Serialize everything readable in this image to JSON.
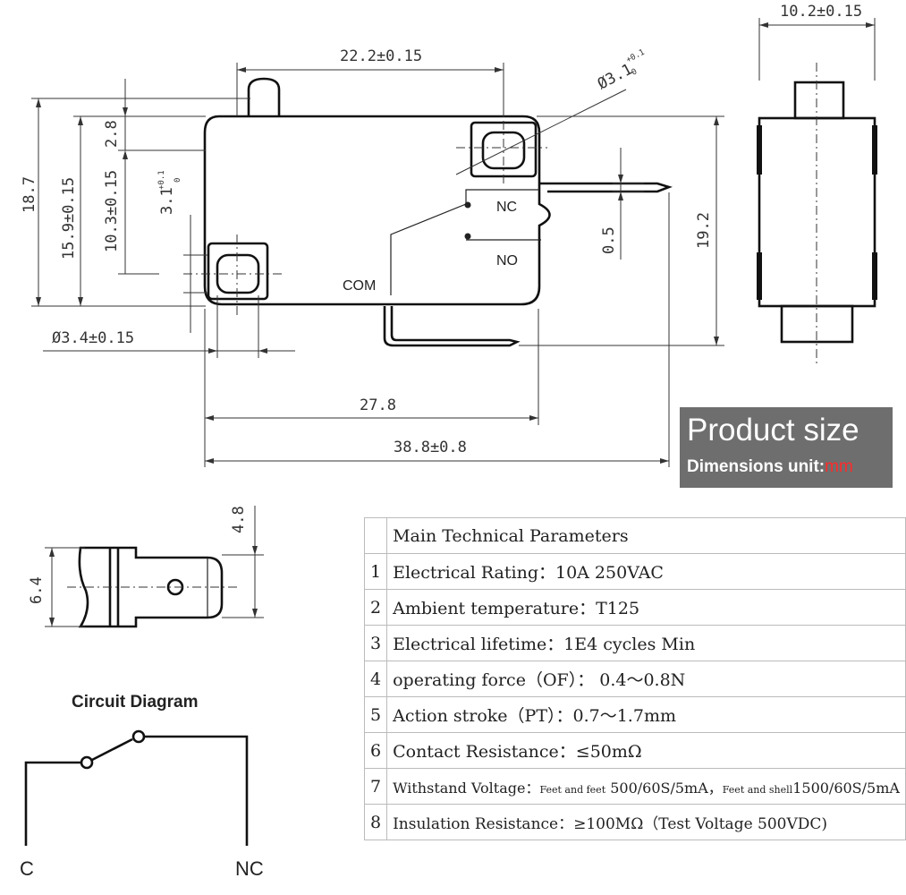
{
  "dimensions": {
    "top_width": "22.2±0.15",
    "hole_small": "Ø3.1",
    "tol_plus": "+0.1",
    "tol_zero": "0",
    "side_width": "10.2±0.15",
    "height_total": "18.7",
    "height_159": "15.9±0.15",
    "height_28": "2.8",
    "height_103": "10.3±0.15",
    "height_31": "3.1",
    "hole_com": "Ø3.4±0.15",
    "gap_05": "0.5",
    "height_192": "19.2",
    "width_278": "27.8",
    "width_388": "38.8±0.8",
    "tab_48": "4.8",
    "tab_64": "6.4"
  },
  "terminals": {
    "nc": "NC",
    "no": "NO",
    "com": "COM"
  },
  "banner": {
    "title": "Product size",
    "subtitle": "Dimensions unit:",
    "unit": "mm"
  },
  "params": {
    "title": "Main Technical Parameters",
    "rows": [
      {
        "n": "1",
        "text": "Electrical Rating：10A 250VAC"
      },
      {
        "n": "2",
        "text": "Ambient temperature：T125"
      },
      {
        "n": "3",
        "text": "Electrical lifetime：1E4 cycles Min"
      },
      {
        "n": "4",
        "text": "operating force（OF）：  0.4～0.8N"
      },
      {
        "n": "5",
        "text": "Action stroke（PT）：0.7～1.7mm"
      },
      {
        "n": "6",
        "text": "Contact Resistance：≤50mΩ"
      },
      {
        "n": "7",
        "label": "Withstand Voltage：",
        "s1": "Feet and feet",
        "v1": " 500/60S/5mA，",
        "s2": "Feet and shell",
        "v2": "1500/60S/5mA"
      },
      {
        "n": "8",
        "text": "Insulation Resistance：≥100MΩ（Test Voltage 500VDC)"
      }
    ]
  },
  "circuit": {
    "title": "Circuit Diagram",
    "c": "C",
    "nc": "NC"
  }
}
